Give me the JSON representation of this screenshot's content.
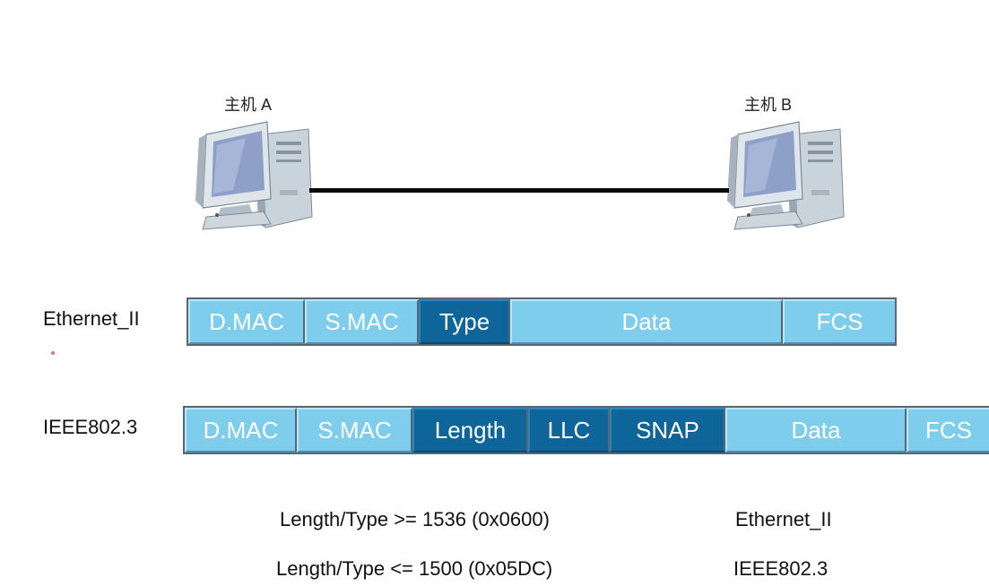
{
  "hosts": {
    "a": {
      "label": "主机 A",
      "icon": "desktop-computer-icon"
    },
    "b": {
      "label": "主机 B",
      "icon": "desktop-computer-icon"
    }
  },
  "frames": {
    "ethernet2": {
      "name": "Ethernet_II",
      "fields": [
        {
          "label": "D.MAC",
          "style": "light"
        },
        {
          "label": "S.MAC",
          "style": "light"
        },
        {
          "label": "Type",
          "style": "dark"
        },
        {
          "label": "Data",
          "style": "light"
        },
        {
          "label": "FCS",
          "style": "light"
        }
      ]
    },
    "ieee8023": {
      "name": "IEEE802.3",
      "fields": [
        {
          "label": "D.MAC",
          "style": "light"
        },
        {
          "label": "S.MAC",
          "style": "light"
        },
        {
          "label": "Length",
          "style": "dark"
        },
        {
          "label": "LLC",
          "style": "dark"
        },
        {
          "label": "SNAP",
          "style": "dark"
        },
        {
          "label": "Data",
          "style": "light"
        },
        {
          "label": "FCS",
          "style": "light"
        }
      ]
    }
  },
  "rules": [
    {
      "condition": "Length/Type >= 1536 (0x0600)",
      "result": "Ethernet_II"
    },
    {
      "condition": "Length/Type <= 1500 (0x05DC)",
      "result": "IEEE802.3"
    }
  ],
  "colors": {
    "light_field": "#7ecdec",
    "dark_field": "#0d6599",
    "link": "#0a0a0a"
  }
}
